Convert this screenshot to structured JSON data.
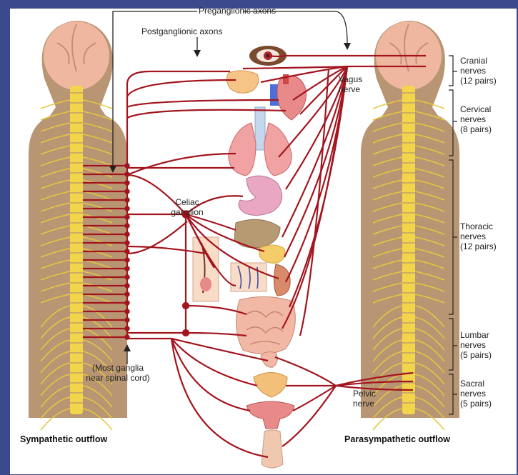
{
  "labels": {
    "preganglionic": "Preganglionic axons",
    "postganglionic": "Postganglionic axons",
    "vagus": [
      "Vagus",
      "nerve"
    ],
    "celiac": [
      "Celiac",
      "ganglion"
    ],
    "most_ganglia": [
      "(Most ganglia",
      "near spinal cord)"
    ],
    "pelvic": [
      "Pelvic",
      "nerve"
    ],
    "sympathetic": "Sympathetic outflow",
    "parasympathetic": "Parasympathetic outflow"
  },
  "nerve_groups": [
    {
      "lines": [
        "Cranial",
        "nerves",
        "(12 pairs)"
      ]
    },
    {
      "lines": [
        "Cervical",
        "nerves",
        "(8 pairs)"
      ]
    },
    {
      "lines": [
        "Thoracic",
        "nerves",
        "(12 pairs)"
      ]
    },
    {
      "lines": [
        "Lumbar",
        "nerves",
        "(5 pairs)"
      ]
    },
    {
      "lines": [
        "Sacral",
        "nerves",
        "(5 pairs)"
      ]
    }
  ],
  "colors": {
    "background": "#3b4a8c",
    "nerve": "#a3151e",
    "body": "#b89674",
    "spine": "#f2d54a",
    "brain": "#f0b7a0"
  }
}
